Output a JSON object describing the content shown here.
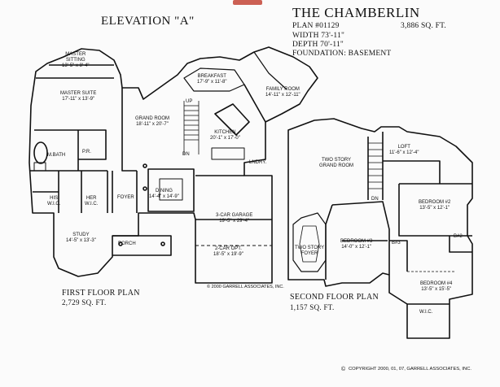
{
  "elevation_title": "ELEVATION \"A\"",
  "plan_name": "THE CHAMBERLIN",
  "plan_number": "PLAN #01129",
  "total_sqft": "3,886 SQ. FT.",
  "width": "WIDTH 73'-11\"",
  "depth": "DEPTH 70'-11\"",
  "foundation": "FOUNDATION: BASEMENT",
  "first_floor": {
    "caption": "FIRST FLOOR PLAN",
    "sqft": "2,729 SQ. FT.",
    "rooms": {
      "master_sitting": [
        "MASTER",
        "SITTING",
        "13'-5\" x 8'-4\""
      ],
      "master_suite": [
        "MASTER SUITE",
        "17'-11\" x 13'-9\""
      ],
      "breakfast": [
        "BREAKFAST",
        "17'-9\" x 11'-8\""
      ],
      "family_room": [
        "FAMILY ROOM",
        "14'-11\" x 12'-11\""
      ],
      "grand_room": [
        "GRAND ROOM",
        "18'-11\" x 20'-7\""
      ],
      "kitchen": [
        "KITCHEN",
        "20'-1\" x 17'-0\""
      ],
      "mbath": [
        "M.BATH"
      ],
      "pr": [
        "P.R."
      ],
      "laundry": [
        "LNDRY."
      ],
      "dining": [
        "DINING",
        "14'-4\" x 14'-9\""
      ],
      "foyer": [
        "FOYER"
      ],
      "his_wic": [
        "HIS",
        "W.I.C."
      ],
      "her_wic": [
        "HER",
        "W.I.C."
      ],
      "garage": [
        "3-CAR GARAGE",
        "19'-5\" x 29'-4\""
      ],
      "study": [
        "STUDY",
        "14'-5\" x 13'-3\""
      ],
      "porch": [
        "PORCH"
      ],
      "garage_opt": [
        "2-CAR OPT.",
        "18'-5\" x 19'-9\""
      ],
      "up": [
        "UP"
      ],
      "dn": [
        "DN"
      ]
    },
    "copyright": "© 2000 GARRELL ASSOCIATES, INC."
  },
  "second_floor": {
    "caption": "SECOND FLOOR PLAN",
    "sqft": "1,157 SQ. FT.",
    "rooms": {
      "loft": [
        "LOFT",
        "11'-6\" x 12'-4\""
      ],
      "grand_room_2": [
        "TWO STORY",
        "GRAND ROOM"
      ],
      "bedroom2": [
        "BEDROOM #2",
        "13'-5\" x 12'-1\""
      ],
      "foyer_2": [
        "TWO STORY",
        "FOYER"
      ],
      "bedroom3": [
        "BEDROOM #3",
        "14'-0\" x 12'-1\""
      ],
      "b3": [
        "B#3"
      ],
      "b2": [
        "B#2"
      ],
      "bedroom4": [
        "BEDROOM #4",
        "13'-5\" x 15'-5\""
      ],
      "wic": [
        "W.I.C."
      ],
      "dn": [
        "DN"
      ]
    }
  },
  "footer_copyright": "COPYRIGHT 2000, 01, 07, GARRELL ASSOCIATES, INC."
}
